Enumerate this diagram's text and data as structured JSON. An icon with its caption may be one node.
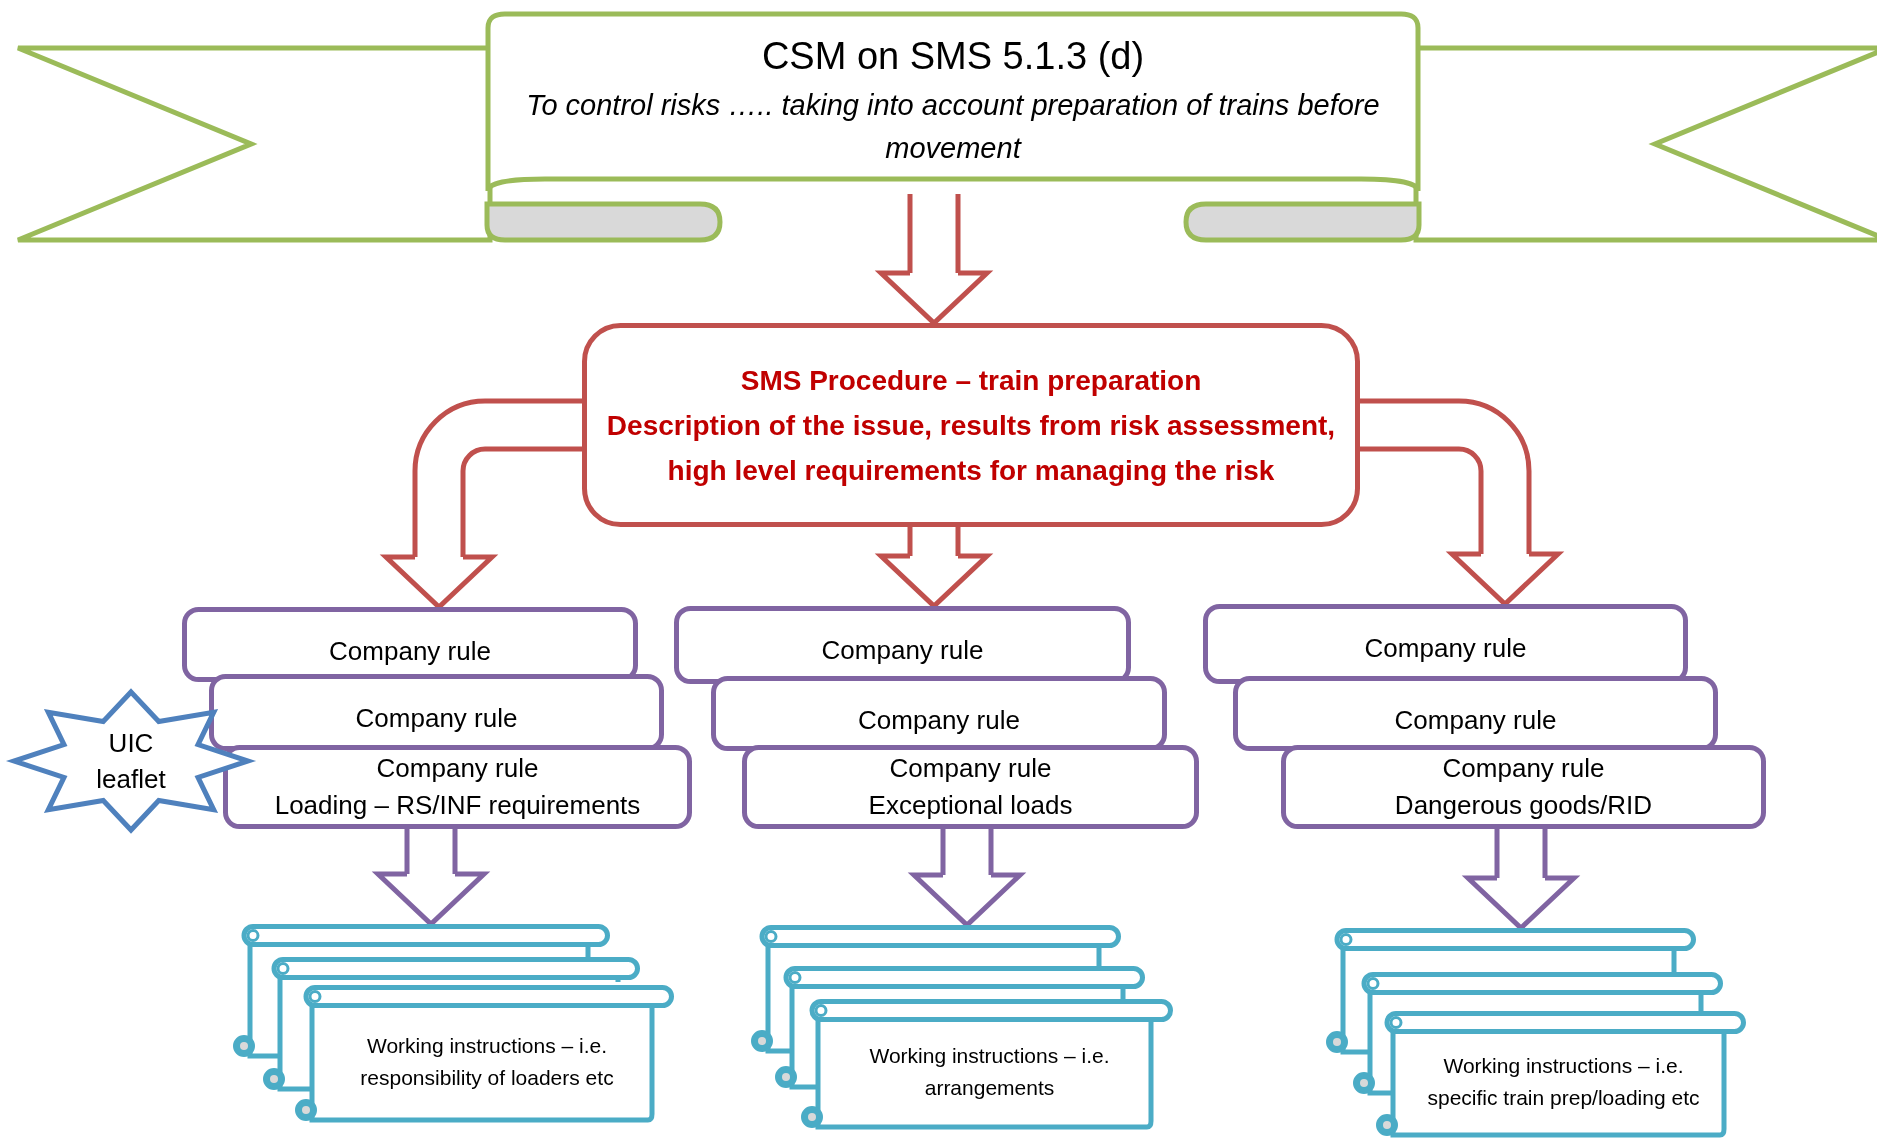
{
  "diagram": {
    "nodes": [
      {
        "text": [
          "CSM on SMS 5.1.3 (d)",
          "To control risks ….. taking into account preparation of trains before movement"
        ]
      },
      {
        "text": [
          "SMS Procedure – train preparation",
          "Description of the issue, results from risk assessment, high level requirements for managing the risk"
        ]
      },
      {
        "text": [
          "Company rule"
        ]
      },
      {
        "text": [
          "Company rule"
        ]
      },
      {
        "text": [
          "Company rule",
          "Loading – RS/INF requirements"
        ]
      },
      {
        "text": [
          "UIC leaflet"
        ]
      },
      {
        "text": [
          "Company rule"
        ]
      },
      {
        "text": [
          "Company rule"
        ]
      },
      {
        "text": [
          "Company rule",
          "Exceptional loads"
        ]
      },
      {
        "text": [
          "Company rule"
        ]
      },
      {
        "text": [
          "Company rule"
        ]
      },
      {
        "text": [
          "Company rule",
          "Dangerous goods/RID"
        ]
      },
      {
        "text": [],
        "shape": "scroll"
      },
      {
        "text": [],
        "shape": "scroll"
      },
      {
        "text": [
          "Working instructions – i.e. responsibility of loaders etc"
        ]
      },
      {
        "text": [],
        "shape": "scroll"
      },
      {
        "text": [],
        "shape": "scroll"
      },
      {
        "text": [
          "Working instructions – i.e. arrangements"
        ]
      },
      {
        "text": [],
        "shape": "scroll"
      },
      {
        "text": [],
        "shape": "scroll"
      },
      {
        "text": [
          "Working instructions – i.e. specific train prep/loading etc"
        ]
      }
    ],
    "edges": [
      {
        "from": 0,
        "to": 1,
        "arrow": "to"
      },
      {
        "from": 1,
        "to": 2,
        "arrow": "to"
      },
      {
        "from": 1,
        "to": 6,
        "arrow": "to"
      },
      {
        "from": 1,
        "to": 9,
        "arrow": "to"
      },
      {
        "from": 4,
        "to": 12,
        "arrow": "to",
        "color": "#8064a2"
      },
      {
        "from": 8,
        "to": 15,
        "arrow": "to",
        "color": "#8064a2"
      },
      {
        "from": 11,
        "to": 18,
        "arrow": "to",
        "color": "#8064a2"
      }
    ]
  }
}
